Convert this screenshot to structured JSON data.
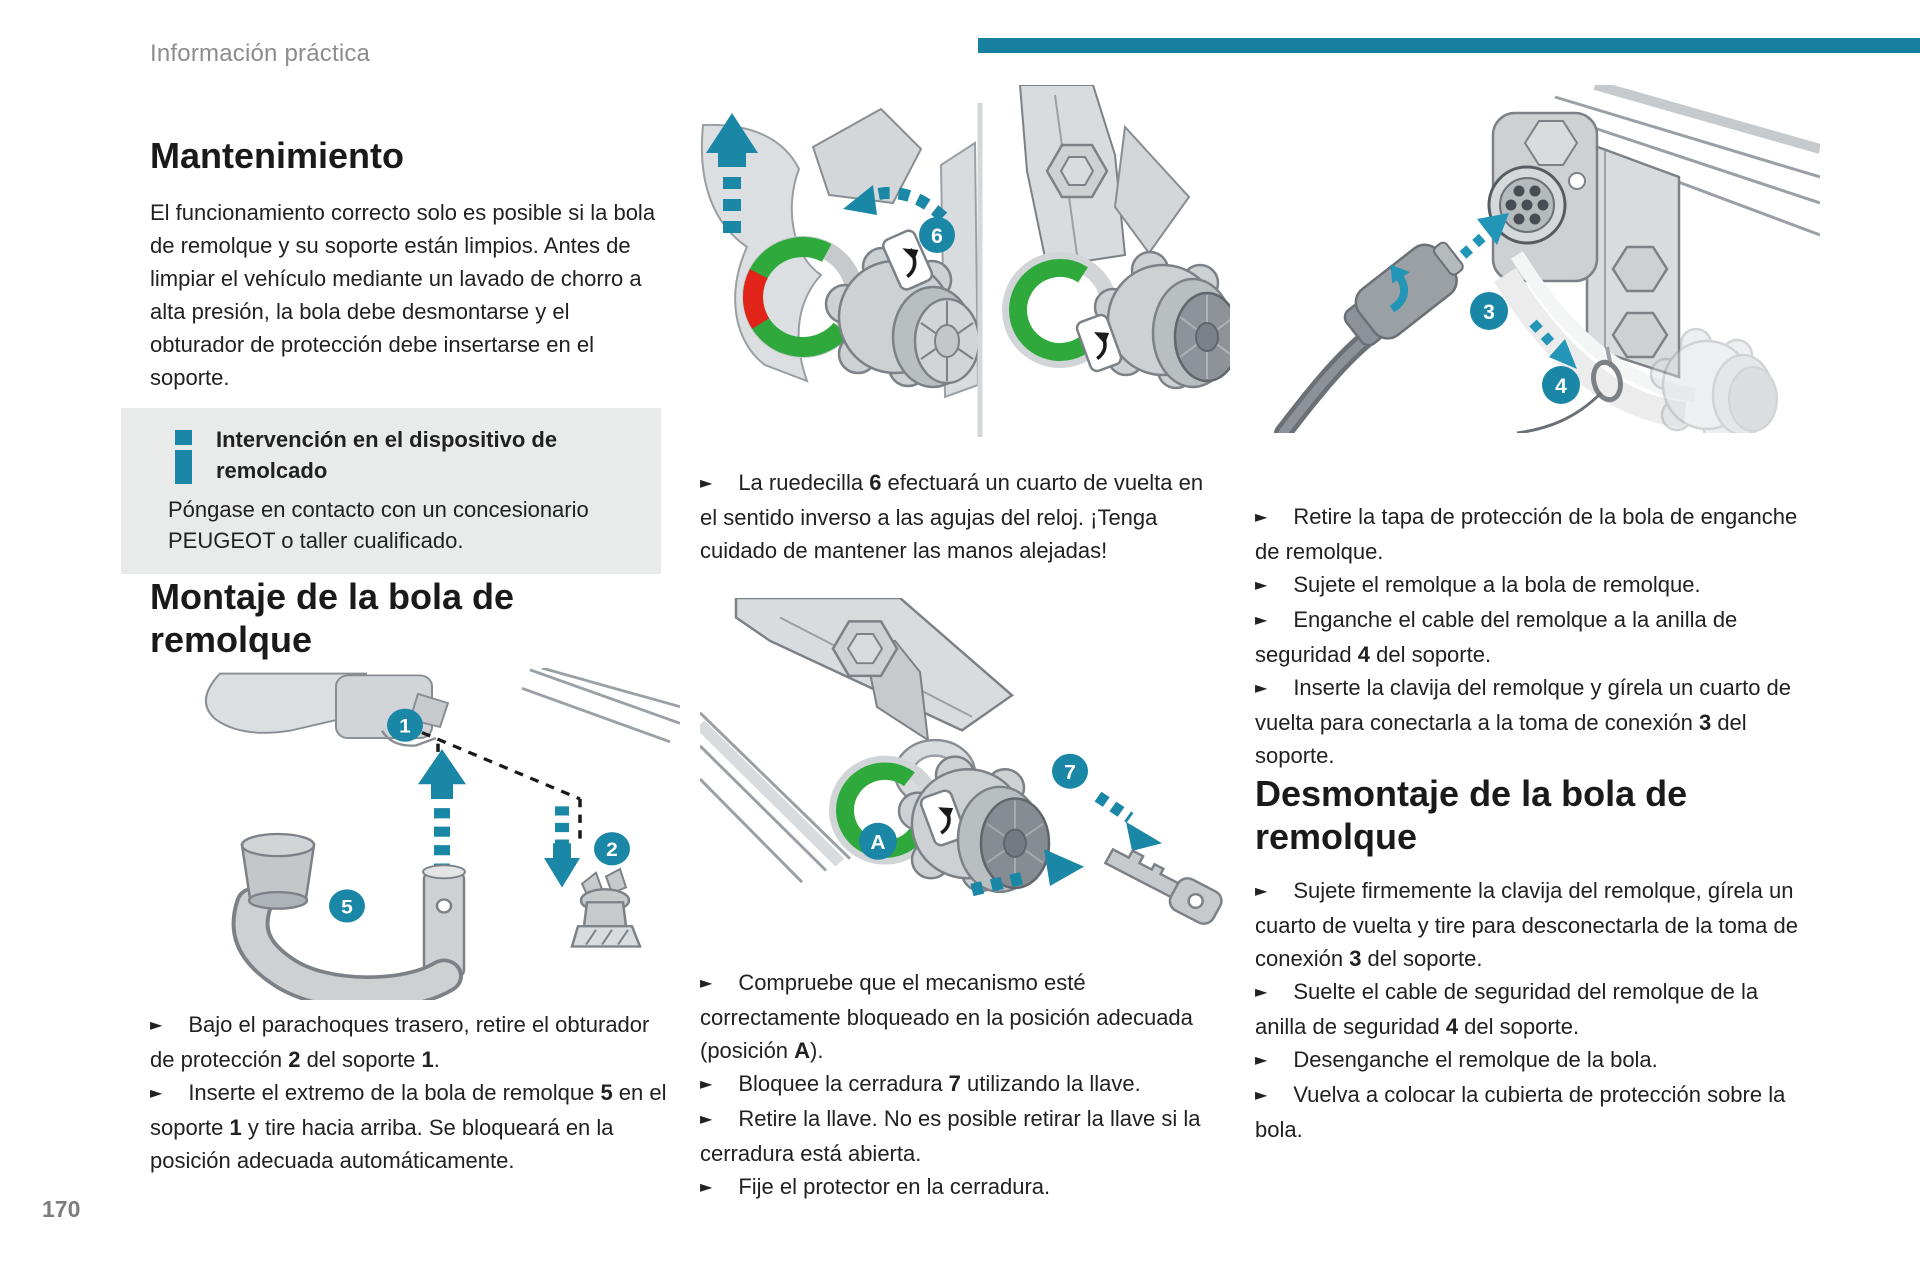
{
  "page": {
    "kicker": "Información práctica",
    "page_number": "170",
    "colors": {
      "accent_teal": "#1b87a6",
      "header_bar": "#17809e",
      "indicator_green": "#2fa93c",
      "indicator_red": "#e2231a",
      "kicker_gray": "#8c8c8c"
    }
  },
  "col1": {
    "title": "Mantenimiento",
    "intro": "El funcionamiento correcto solo es posible si la bola de remolque y su soporte están limpios. Antes de limpiar el vehículo mediante un lavado de chorro a alta presión, la bola debe desmontarse y el obturador de protección debe insertarse en el soporte.",
    "infobox": {
      "title": "Intervención en el dispositivo de remolcado",
      "body": "Póngase en contacto con un concesionario PEUGEOT o taller cualificado."
    },
    "section_title": "Montaje de la bola de remolque",
    "bullets": [
      "Bajo el parachoques trasero, retire el obturador de protección **2** del soporte **1**.",
      "Inserte el extremo de la bola de remolque **5** en el soporte **1** y tire hacia arriba. Se bloqueará en la posición adecuada automáticamente."
    ]
  },
  "col2": {
    "bullet_top": "La ruedecilla **6** efectuará un cuarto de vuelta en el sentido inverso a las agujas del reloj. ¡Tenga cuidado de mantener las manos alejadas!",
    "bullets": [
      "Compruebe que el mecanismo esté correctamente bloqueado en la posición adecuada (posición **A**).",
      "Bloquee la cerradura **7** utilizando la llave.",
      "Retire la llave. No es posible retirar la llave si la cerradura está abierta.",
      "Fije el protector en la cerradura."
    ]
  },
  "col3": {
    "bullets_top": [
      "Retire la tapa de protección de la bola de enganche de remolque.",
      "Sujete el remolque a la bola de remolque.",
      "Enganche el cable del remolque a la anilla de seguridad **4** del soporte.",
      "Inserte la clavija del remolque y gírela un cuarto de vuelta para conectarla a la toma de conexión **3** del soporte."
    ],
    "section_title": "Desmontaje de la bola de remolque",
    "bullets_bottom": [
      "Sujete firmemente la clavija del remolque, gírela un cuarto de vuelta y tire para desconectarla de la toma de conexión **3** del soporte.",
      "Suelte el cable de seguridad del remolque de la anilla de seguridad **4** del soporte.",
      "Desenganche el remolque de la bola.",
      "Vuelva a colocar la cubierta de protección sobre la bola."
    ]
  },
  "glyphs": {
    "bullet_arrow": "►"
  },
  "figures": {
    "fig_montaje": {
      "badges": [
        "1",
        "2",
        "5"
      ]
    },
    "fig_ruedecilla": {
      "badges": [
        "6"
      ]
    },
    "fig_bloqueo": {
      "badges": [
        "A",
        "7"
      ]
    },
    "fig_conexion": {
      "badges": [
        "3",
        "4"
      ]
    }
  }
}
